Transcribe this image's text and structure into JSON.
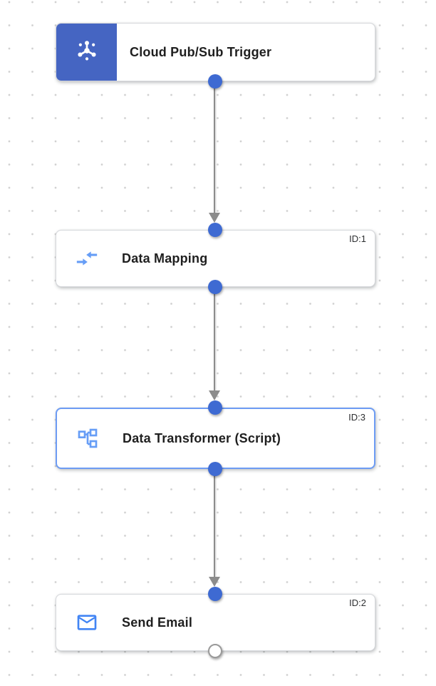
{
  "workflow": {
    "nodes": [
      {
        "title": "Cloud Pub/Sub Trigger",
        "badge": "",
        "icon": "cloud-pubsub-icon",
        "type": "trigger"
      },
      {
        "title": "Data Mapping",
        "badge": "ID:1",
        "icon": "data-mapping-icon",
        "type": "task"
      },
      {
        "title": "Data Transformer (Script)",
        "badge": "ID:3",
        "icon": "data-transformer-icon",
        "type": "task",
        "selected": true
      },
      {
        "title": "Send Email",
        "badge": "ID:2",
        "icon": "send-email-icon",
        "type": "task"
      }
    ],
    "edges": [
      {
        "from": "Cloud Pub/Sub Trigger",
        "to": "Data Mapping"
      },
      {
        "from": "Data Mapping",
        "to": "Data Transformer (Script)"
      },
      {
        "from": "Data Transformer (Script)",
        "to": "Send Email"
      }
    ],
    "colors": {
      "trigger_block_blue": "#4565c2",
      "port_blue": "#3e6ad2",
      "selected_border_blue": "#6d9cf4",
      "edge_gray": "#8c8c8c",
      "icon_light_blue": "#669df6",
      "email_icon_blue": "#4285f4",
      "grid_dot_gray": "#cfcfcf",
      "title_text": "#1f1f1f"
    }
  }
}
